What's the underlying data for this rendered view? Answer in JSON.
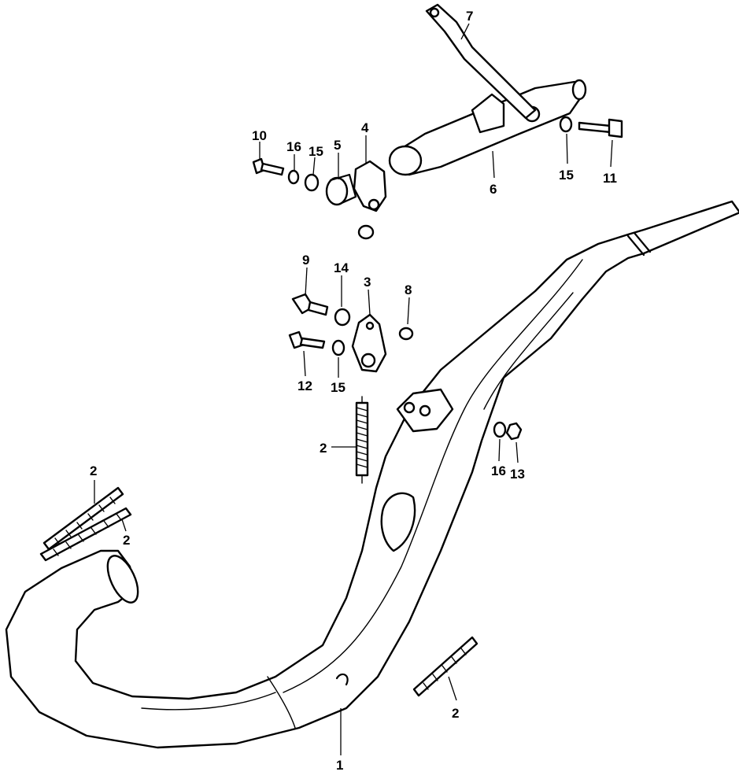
{
  "callouts": [
    {
      "id": "c1",
      "text": "1"
    },
    {
      "id": "c2a",
      "text": "2"
    },
    {
      "id": "c2b",
      "text": "2"
    },
    {
      "id": "c2c",
      "text": "2"
    },
    {
      "id": "c2d",
      "text": "2"
    },
    {
      "id": "c3",
      "text": "3"
    },
    {
      "id": "c4",
      "text": "4"
    },
    {
      "id": "c5",
      "text": "5"
    },
    {
      "id": "c6",
      "text": "6"
    },
    {
      "id": "c7",
      "text": "7"
    },
    {
      "id": "c8",
      "text": "8"
    },
    {
      "id": "c9",
      "text": "9"
    },
    {
      "id": "c10",
      "text": "10"
    },
    {
      "id": "c11",
      "text": "11"
    },
    {
      "id": "c12",
      "text": "12"
    },
    {
      "id": "c13",
      "text": "13"
    },
    {
      "id": "c14",
      "text": "14"
    },
    {
      "id": "c15a",
      "text": "15"
    },
    {
      "id": "c15b",
      "text": "15"
    },
    {
      "id": "c15c",
      "text": "15"
    },
    {
      "id": "c16a",
      "text": "16"
    },
    {
      "id": "c16b",
      "text": "16"
    }
  ]
}
